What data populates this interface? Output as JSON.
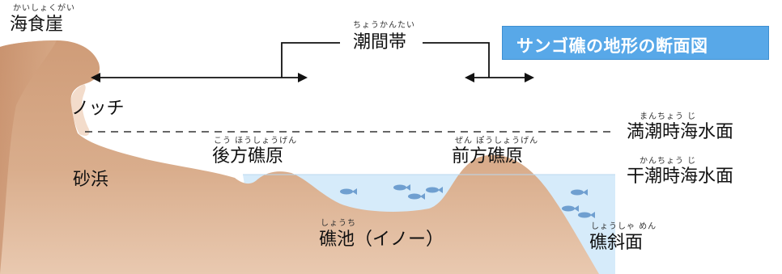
{
  "title": "サンゴ礁の地形の断面図",
  "labels": {
    "sea_cliff": {
      "text": "海食崖",
      "ruby": "かいしょくがい"
    },
    "intertidal": {
      "text": "潮間帯",
      "ruby": "ちょうかんたい"
    },
    "notch": {
      "text": "ノッチ"
    },
    "high_tide": {
      "text": "満潮時海水面",
      "ruby": "まんちょう じ"
    },
    "low_tide": {
      "text": "干潮時海水面",
      "ruby": "かんちょう じ"
    },
    "back_reef": {
      "text": "後方礁原",
      "ruby": "こう ほうしょうげん"
    },
    "fore_reef": {
      "text": "前方礁原",
      "ruby": "ぜん ぽうしょうげん"
    },
    "beach": {
      "text": "砂浜"
    },
    "lagoon": {
      "text": "礁池（イノー）",
      "ruby": "しょうち"
    },
    "reef_slope": {
      "text": "礁斜面",
      "ruby": "しょうしゃ めん"
    }
  },
  "colors": {
    "land": "#d4a482",
    "land_dark": "#c08a68",
    "water": "#d6ebfa",
    "fish": "#6f9fd0",
    "title_bg": "#58a8e8"
  }
}
